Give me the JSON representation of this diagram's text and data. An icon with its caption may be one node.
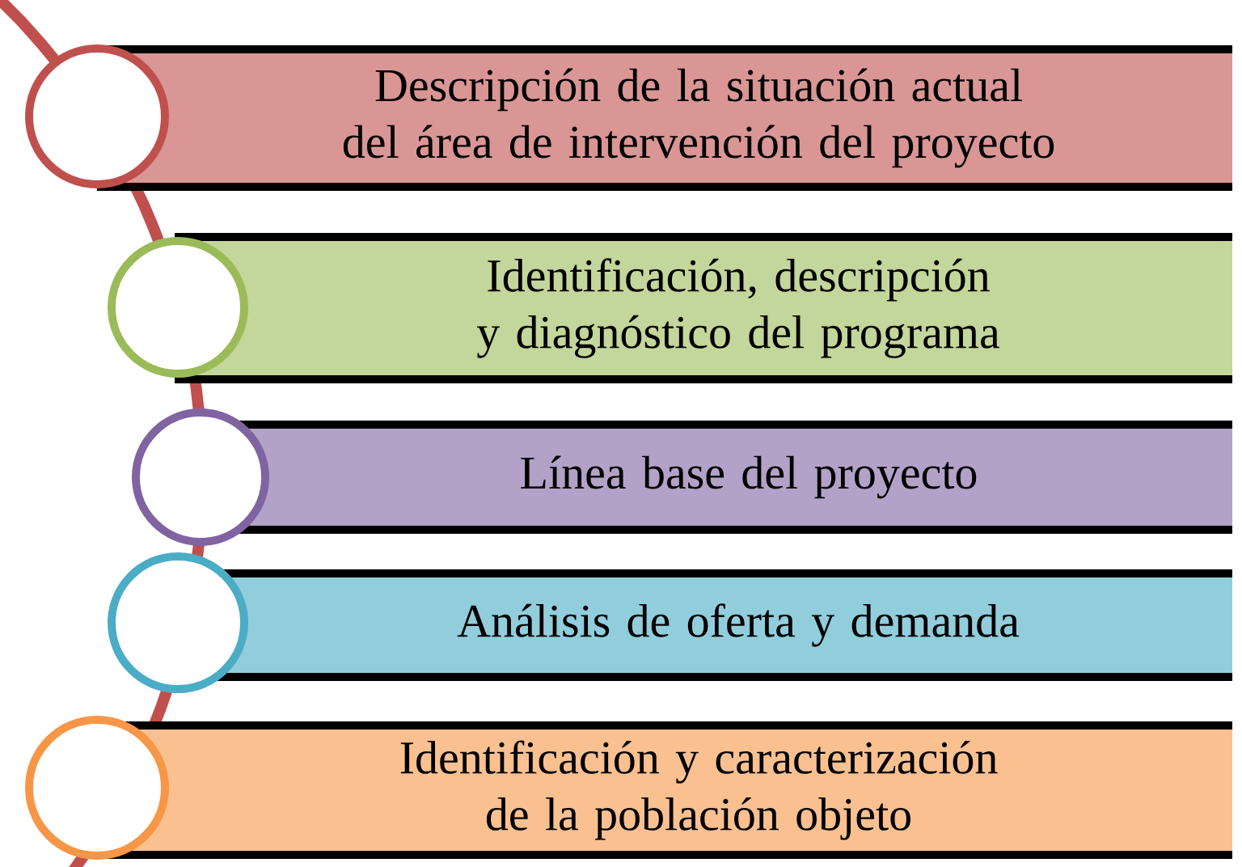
{
  "diagram": {
    "nodes": [
      {
        "text": [],
        "shape": "circle"
      },
      {
        "text": [
          "Descripción de la situación actual del área de intervención del proyecto"
        ]
      },
      {
        "text": [],
        "shape": "circle"
      },
      {
        "text": [
          "Identificación, descripción y diagnóstico del programa"
        ]
      },
      {
        "text": [],
        "shape": "circle"
      },
      {
        "text": [
          "Línea base del proyecto"
        ]
      },
      {
        "text": [],
        "shape": "circle"
      },
      {
        "text": [
          "Análisis de oferta y demanda"
        ]
      },
      {
        "text": [],
        "shape": "circle"
      },
      {
        "text": [
          "Identificación y caracterización de la población objeto"
        ]
      }
    ]
  }
}
